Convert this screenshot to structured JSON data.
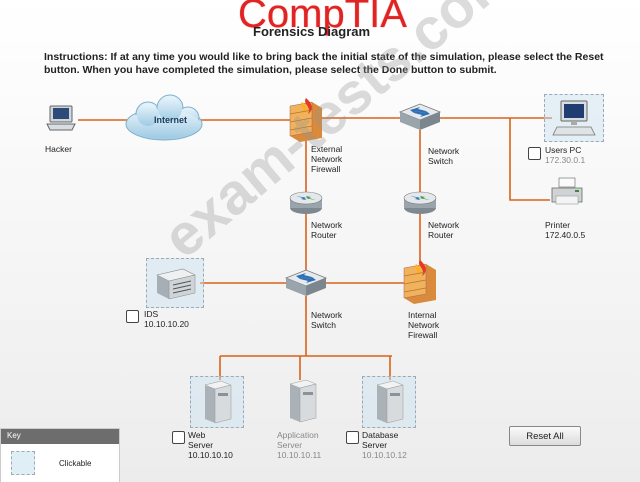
{
  "header": {
    "logo_text": "CompTIA",
    "diagram_title": "Forensics Diagram",
    "instructions": "Instructions: If at any time you would like to bring back the initial state of the simulation, please select the Reset button. When you have completed the simulation, please select the Done button to submit."
  },
  "nodes": {
    "hacker": {
      "label": "Hacker"
    },
    "internet": {
      "label": "Internet"
    },
    "external_firewall": {
      "label": "External\nNetwork\nFirewall"
    },
    "router_left": {
      "label": "Network\nRouter"
    },
    "top_switch": {
      "label": "Network\nSwitch"
    },
    "router_right": {
      "label": "Network\nRouter"
    },
    "users_pc": {
      "label": "Users PC",
      "ip": "172.30.0.1"
    },
    "printer": {
      "label": "Printer",
      "ip": "172.40.0.5"
    },
    "ids": {
      "label": "IDS",
      "ip": "10.10.10.20"
    },
    "main_switch": {
      "label": "Network\nSwitch"
    },
    "internal_firewall": {
      "label": "Internal\nNetwork\nFirewall"
    },
    "web_server": {
      "label": "Web\nServer",
      "ip": "10.10.10.10"
    },
    "app_server": {
      "label": "Application\nServer",
      "ip": "10.10.10.11"
    },
    "db_server": {
      "label": "Database\nServer",
      "ip": "10.10.10.12"
    }
  },
  "key": {
    "title": "Key",
    "clickable_label": "Clickable"
  },
  "buttons": {
    "reset_label": "Reset All"
  },
  "watermark": "exam-tests.com",
  "colors": {
    "links": "#d9631a",
    "logo": "#e02424",
    "clickable_fill": "#e0eef5"
  }
}
